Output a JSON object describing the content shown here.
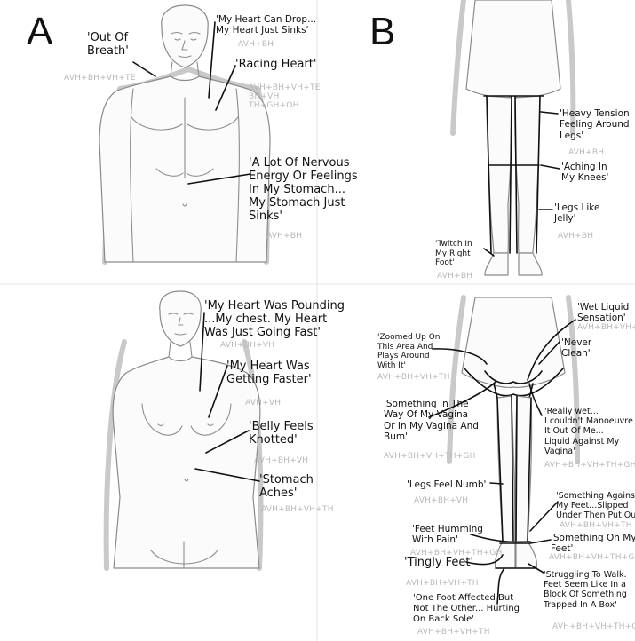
{
  "panels": {
    "a": {
      "letter": "A",
      "top_quotes": [
        {
          "id": "breath",
          "text": "'Out Of\nBreath'",
          "code": "AVH+BH+VH+TE"
        },
        {
          "id": "heart-drop",
          "text": "'My Heart Can Drop...\nMy Heart Just Sinks'",
          "code": "AVH+BH"
        },
        {
          "id": "racing",
          "text": "'Racing Heart'",
          "code": "AVH+BH+VH+TE\nBH+VH\nTH+GH+OH"
        },
        {
          "id": "nervous",
          "text": "'A Lot Of Nervous\nEnergy Or Feelings\nIn My Stomach...\nMy Stomach Just\nSinks'",
          "code": "AVH+BH"
        }
      ],
      "bottom_quotes": [
        {
          "id": "pounding",
          "text": "'My Heart Was Pounding\n...My chest. My Heart\nWas Just Going Fast'",
          "code": "AVH+BH+VH"
        },
        {
          "id": "faster",
          "text": "'My Heart Was\nGetting Faster'",
          "code": "AVH+VH"
        },
        {
          "id": "knotted",
          "text": "'Belly Feels\nKnotted'",
          "code": "AVH+BH+VH"
        },
        {
          "id": "aches",
          "text": "'Stomach\nAches'",
          "code": "AVH+BH+VH+TH"
        }
      ]
    },
    "b": {
      "letter": "B",
      "top_quotes": [
        {
          "id": "tension",
          "text": "'Heavy Tension\nFeeling Around\nLegs'",
          "code": "AVH+BH"
        },
        {
          "id": "knees",
          "text": "'Aching In\nMy Knees'",
          "code": ""
        },
        {
          "id": "jelly",
          "text": "'Legs Like\nJelly'",
          "code": "AVH+BH"
        },
        {
          "id": "twitch",
          "text": "'Twitch In\nMy Right\nFoot'",
          "code": "AVH+BH"
        }
      ],
      "bottom_quotes": [
        {
          "id": "wet",
          "text": "'Wet Liquid\nSensation'",
          "code": "AVH+BH+VH+TH"
        },
        {
          "id": "never-clean",
          "text": "'Never\nClean'",
          "code": ""
        },
        {
          "id": "zoomed",
          "text": "'Zoomed Up On\nThis Area And\nPlays Around\nWith It'",
          "code": "AVH+BH+VH+TH"
        },
        {
          "id": "something-way",
          "text": "'Something In The\nWay Of My Vagina\nOr In My Vagina And\nBum'",
          "code": "AVH+BH+VH+TH+GH"
        },
        {
          "id": "really-wet",
          "text": "'Really wet...\nI couldn't Manoeuvre\nIt Out Of Me...\nLiquid Against My\nVagina'",
          "code": "AVH+BH+VH+TH+GH"
        },
        {
          "id": "numb",
          "text": "'Legs Feel Numb'",
          "code": "AVH+BH+VH"
        },
        {
          "id": "against-feet",
          "text": "'Something Against\nMy Feet...Slipped\nUnder Then Put Out'",
          "code": "AVH+BH+VH+TH"
        },
        {
          "id": "humming",
          "text": "'Feet Humming\nWith Pain'",
          "code": "AVH+BH+VH+TH+GH"
        },
        {
          "id": "on-feet",
          "text": "'Something On My\nFeet'",
          "code": "AVH+BH+VH+TH+GH"
        },
        {
          "id": "tingly",
          "text": "'Tingly Feet'",
          "code": "AVH+BH+VH+TH"
        },
        {
          "id": "struggling",
          "text": "'Struggling To Walk.\nFeet Seem Like In a\nBlock Of Something\nTrapped In A Box'",
          "code": "AVH+BH+VH+TH+GH"
        },
        {
          "id": "one-foot",
          "text": "'One Foot Affected But\nNot The Other... Hurting\nOn Back Sole'",
          "code": "AVH+BH+VH+TH"
        }
      ]
    }
  },
  "colors": {
    "ink": "#111111",
    "code_grey": "#b8b8b8",
    "figure_line": "#8e8e8e",
    "figure_shadow": "#c9c9c9"
  }
}
